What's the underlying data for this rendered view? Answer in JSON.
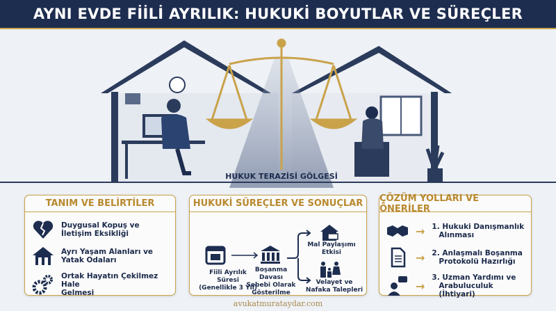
{
  "header": {
    "title": "AYNI EVDE FİİLİ AYRILIK: HUKUKİ BOYUTLAR VE SÜREÇLER"
  },
  "illustration": {
    "shadow_label": "HUKUK TERAZİSİ GÖLGESİ"
  },
  "cards": {
    "definition": {
      "title": "TANIM VE BELİRTİLER",
      "items": [
        {
          "icon": "broken-heart-icon",
          "text1": "Duygusal Kopuş ve",
          "text2": "İletişim Eksikliği"
        },
        {
          "icon": "house-icon",
          "text1": "Ayrı Yaşam Alanları ve",
          "text2": "Yatak Odaları"
        },
        {
          "icon": "gears-icon",
          "text1": "Ortak Hayatın Çekilmez Hale",
          "text2": "Gelmesi"
        }
      ]
    },
    "legal": {
      "title": "HUKUKİ SÜREÇLER VE SONUÇLAR",
      "step1": {
        "icon": "calendar-icon",
        "l1": "Fiili Ayrılık",
        "l2": "Süresi",
        "l3": "(Genellikle 3 Yıl)"
      },
      "step2": {
        "icon": "courthouse-icon",
        "l1": "Boşanma Davası",
        "l2": "Sebebi Olarak",
        "l3": "Gösterilme"
      },
      "out1": {
        "icon": "house-money-icon",
        "l1": "Mal Paylaşımı",
        "l2": "Etkisi"
      },
      "out2": {
        "icon": "family-icon",
        "l1": "Velayet ve",
        "l2": "Nafaka Talepleri"
      }
    },
    "solutions": {
      "title": "ÇÖZÜM YOLLARI VE ÖNERİLER",
      "items": [
        {
          "icon": "handshake-icon",
          "text1": "1. Hukuki Danışmanlık",
          "text2": "Alınması"
        },
        {
          "icon": "document-icon",
          "text1": "2. Anlaşmalı Boşanma",
          "text2": "Protokolü Hazırlığı"
        },
        {
          "icon": "consultant-icon",
          "text1": "3. Uzman Yardımı ve",
          "text2": "Arabuluculuk (İhtiyari)"
        }
      ]
    }
  },
  "footer": {
    "site": "avukatmurataydar.com"
  },
  "colors": {
    "navy": "#1d2d4f",
    "gold": "#c9a24a"
  }
}
